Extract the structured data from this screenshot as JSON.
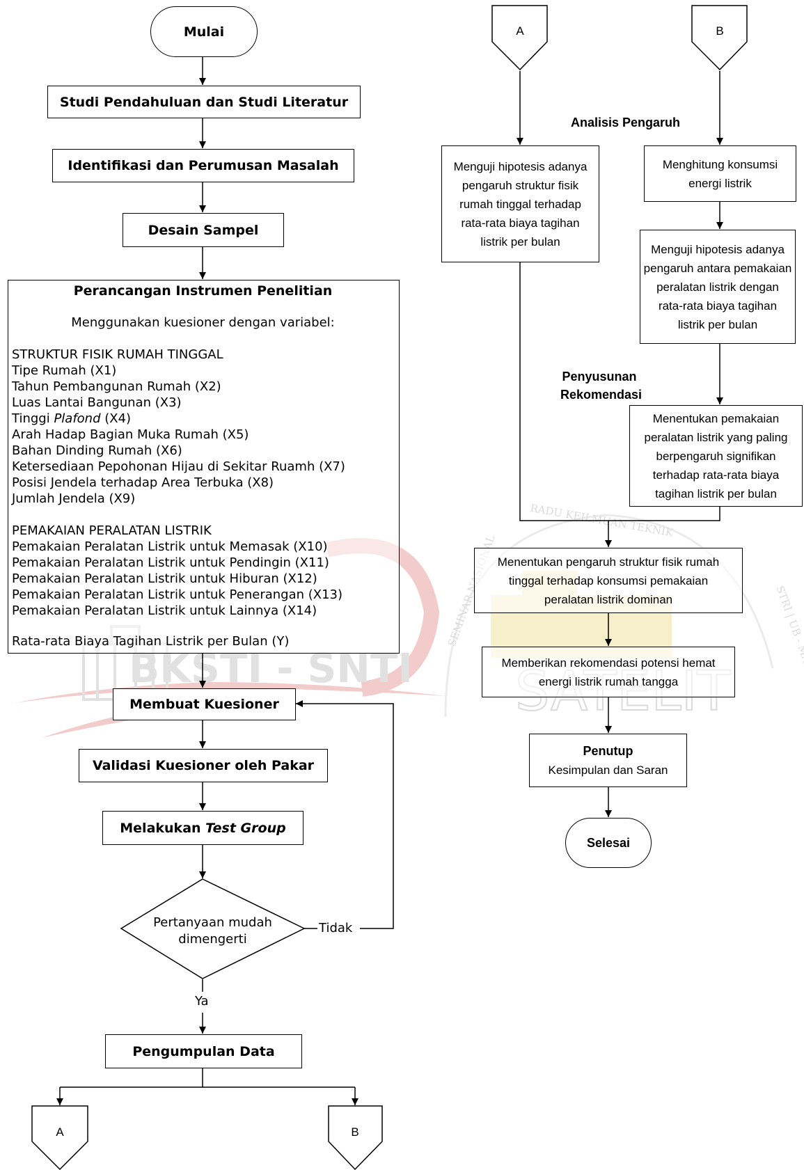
{
  "left": {
    "start": "Mulai",
    "step1": "Studi Pendahuluan dan Studi Literatur",
    "step2": "Identifikasi dan Perumusan Masalah",
    "step3": "Desain Sampel",
    "instrument": {
      "title": "Perancangan Instrumen Penelitian",
      "subtitle": "Menggunakan kuesioner dengan variabel:",
      "group1_title": "STRUKTUR FISIK RUMAH TINGGAL",
      "group1_items": [
        "Tipe Rumah (X1)",
        "Tahun Pembangunan Rumah (X2)",
        "Luas Lantai Bangunan (X3)",
        "Tinggi Plafond (X4)",
        "Arah Hadap Bagian Muka Rumah (X5)",
        "Bahan Dinding Rumah (X6)",
        "Ketersediaan Pepohonan Hijau di Sekitar Ruamh (X7)",
        "Posisi Jendela terhadap Area Terbuka (X8)",
        "Jumlah Jendela (X9)"
      ],
      "x4_prefix": "Tinggi ",
      "x4_italic": "Plafond",
      "x4_suffix": " (X4)",
      "group2_title": "PEMAKAIAN PERALATAN LISTRIK",
      "group2_items": [
        "Pemakaian Peralatan Listrik untuk Memasak (X10)",
        "Pemakaian Peralatan Listrik untuk Pendingin (X11)",
        "Pemakaian Peralatan Listrik untuk Hiburan (X12)",
        "Pemakaian Peralatan Listrik untuk Penerangan (X13)",
        "Pemakaian Peralatan Listrik untuk Lainnya (X14)"
      ],
      "dependent": "Rata-rata Biaya Tagihan Listrik per Bulan (Y)"
    },
    "step5": "Membuat Kuesioner",
    "step6": "Validasi Kuesioner oleh Pakar",
    "step7_prefix": "Melakukan ",
    "step7_italic": "Test Group",
    "decision_line1": "Pertanyaan mudah",
    "decision_line2": "dimengerti",
    "no_label": "Tidak",
    "yes_label": "Ya",
    "step8": "Pengumpulan Data",
    "connector_a": "A",
    "connector_b": "B"
  },
  "right": {
    "connector_a": "A",
    "connector_b": "B",
    "section1": "Analisis Pengaruh",
    "a_box": [
      "Menguji hipotesis adanya",
      "pengaruh struktur fisik",
      "rumah tinggal terhadap",
      "rata-rata biaya tagihan",
      "listrik per bulan"
    ],
    "b_box1": [
      "Menghitung konsumsi",
      "energi listrik"
    ],
    "b_box2": [
      "Menguji hipotesis adanya",
      "pengaruh antara pemakaian",
      "peralatan listrik dengan",
      "rata-rata biaya tagihan",
      "listrik per bulan"
    ],
    "section2_line1": "Penyusunan",
    "section2_line2": "Rekomendasi",
    "b_box3": [
      "Menentukan pemakaian",
      "peralatan listrik yang paling",
      "berpengaruh signifikan",
      "terhadap rata-rata biaya",
      "tagihan listrik per bulan"
    ],
    "merge_box": [
      "Menentukan pengaruh struktur fisik rumah",
      "tinggal terhadap konsumsi pemakaian",
      "peralatan listrik dominan"
    ],
    "rec_box": [
      "Memberikan rekomendasi potensi hemat",
      "energi listrik rumah tangga"
    ],
    "close_title": "Penutup",
    "close_sub": "Kesimpulan dan Saran",
    "end": "Selesai"
  },
  "watermark": {
    "left_text": "BKSTI - SNTI",
    "right_text": "SATELIT",
    "arc_text_top": "RADU KEILMUAN TEKNIK",
    "arc_text_left": "SEMINAR NASIONAL",
    "arc_text_right": "STRI | UB - MALANG"
  },
  "colors": {
    "watermark_red": "#e8a3a0",
    "watermark_gold": "#f1e2a0",
    "watermark_gray": "#c9c9c9",
    "line": "#000000"
  }
}
